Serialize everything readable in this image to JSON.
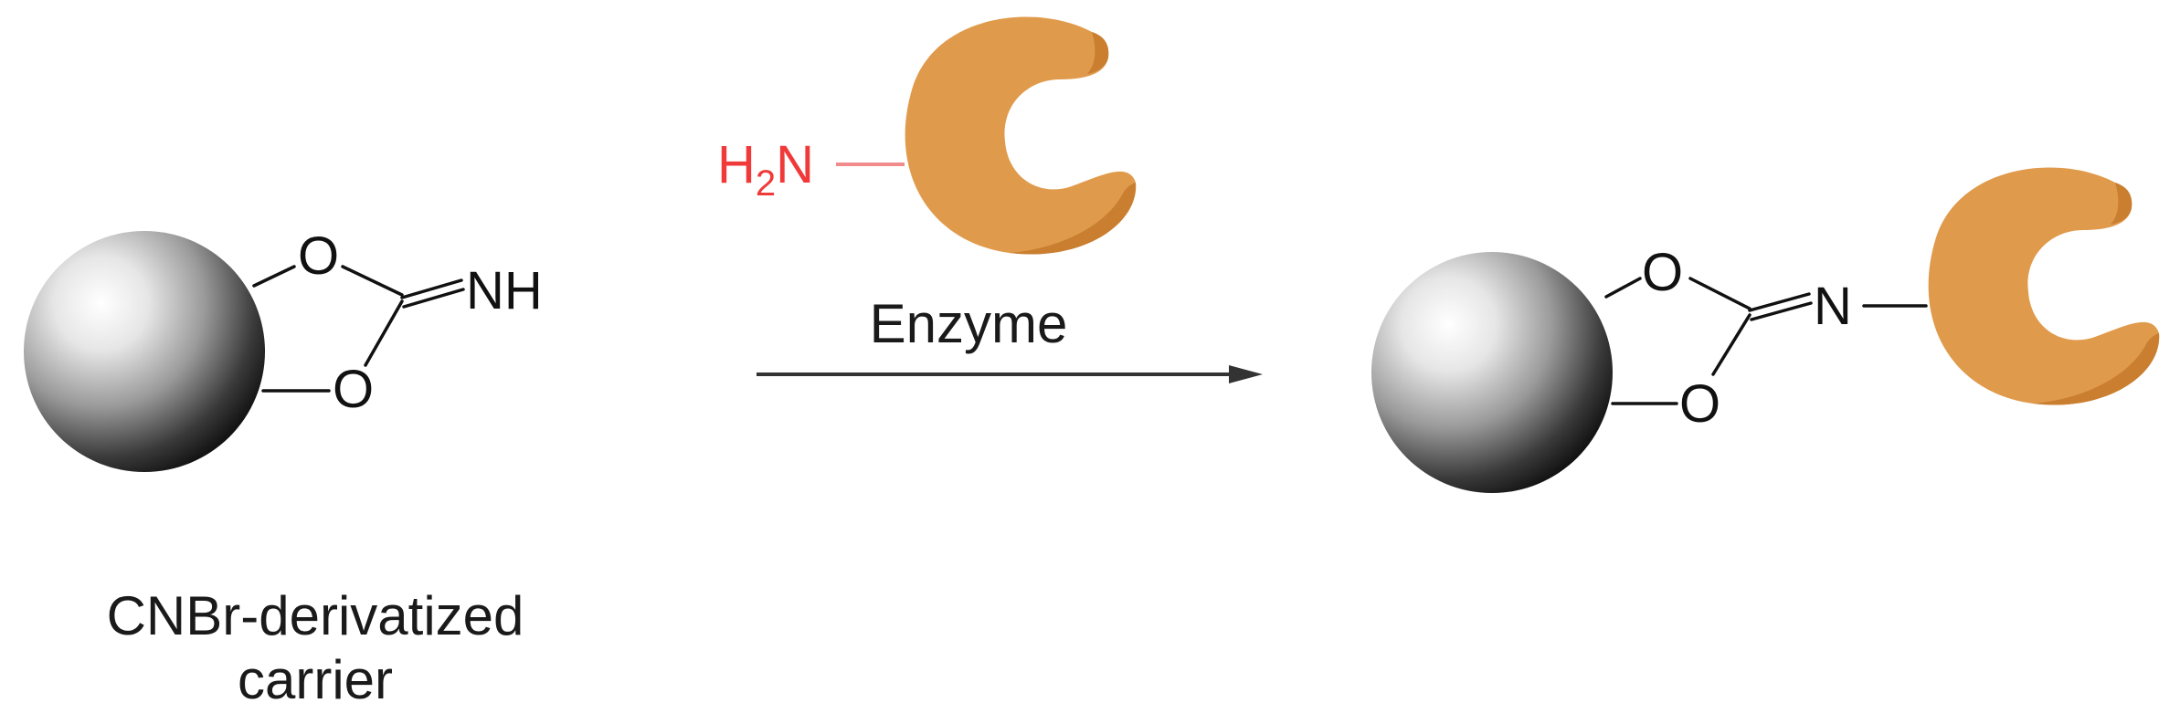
{
  "reagent": {
    "amine_label": "H",
    "amine_subscript": "2",
    "amine_suffix": "N",
    "amine_color": "#f03a3a",
    "name": "Enzyme"
  },
  "carrier": {
    "atom_o_top": "O",
    "atom_o_bottom": "O",
    "imine_label": "NH",
    "caption_line1": "CNBr-derivatized",
    "caption_line2": "carrier"
  },
  "product": {
    "atom_o_top": "O",
    "atom_o_bottom": "O",
    "imine_label": "N"
  },
  "colors": {
    "enzyme_fill": "#e09a4b",
    "enzyme_shadow": "#c97e30",
    "bead_light": "#ffffff",
    "bead_dark": "#111111",
    "arrow": "#333333"
  },
  "icons": {
    "bead": "sphere-bead",
    "enzyme": "crescent-enzyme",
    "arrow": "reaction-arrow"
  }
}
